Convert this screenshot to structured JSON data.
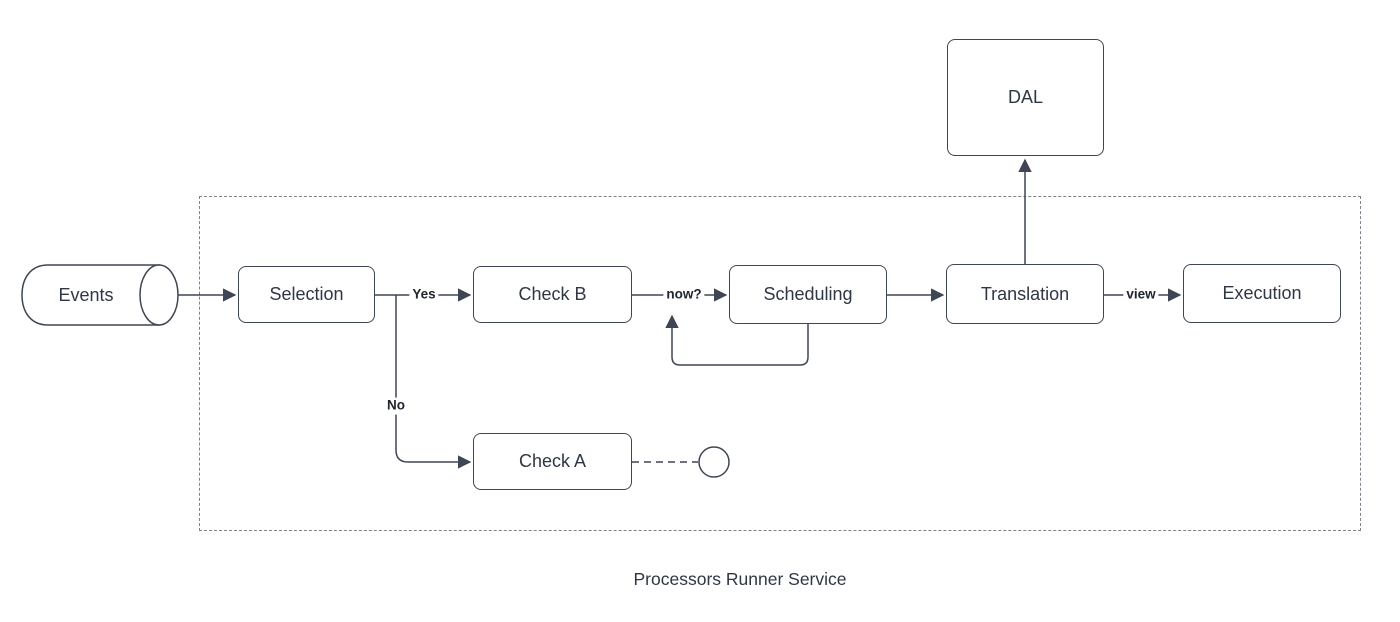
{
  "diagram": {
    "title": "Processors Runner Service",
    "nodes": {
      "events": {
        "label": "Events",
        "shape": "horizontal-cylinder"
      },
      "selection": {
        "label": "Selection",
        "shape": "rounded-rect"
      },
      "check_b": {
        "label": "Check B",
        "shape": "rounded-rect"
      },
      "scheduling": {
        "label": "Scheduling",
        "shape": "rounded-rect"
      },
      "translation": {
        "label": "Translation",
        "shape": "rounded-rect"
      },
      "execution": {
        "label": "Execution",
        "shape": "rounded-rect"
      },
      "dal": {
        "label": "DAL",
        "shape": "rounded-rect"
      },
      "check_a": {
        "label": "Check A",
        "shape": "rounded-rect"
      },
      "terminal_circle": {
        "label": "",
        "shape": "circle"
      }
    },
    "edges": [
      {
        "from": "events",
        "to": "selection",
        "label": ""
      },
      {
        "from": "selection",
        "to": "check_b",
        "label": "Yes"
      },
      {
        "from": "selection",
        "to": "check_a",
        "label": "No"
      },
      {
        "from": "check_b",
        "to": "scheduling",
        "label": "now?"
      },
      {
        "from": "scheduling",
        "to": "scheduling",
        "label": "",
        "note": "self-loop"
      },
      {
        "from": "scheduling",
        "to": "translation",
        "label": ""
      },
      {
        "from": "translation",
        "to": "dal",
        "label": ""
      },
      {
        "from": "translation",
        "to": "execution",
        "label": "view"
      },
      {
        "from": "check_a",
        "to": "terminal_circle",
        "label": "",
        "style": "dashed"
      }
    ],
    "colors": {
      "stroke": "#3e4553",
      "node_text": "#2f3644",
      "label_text": "#20252f",
      "container_border": "#7d828b",
      "background": "#ffffff"
    }
  }
}
